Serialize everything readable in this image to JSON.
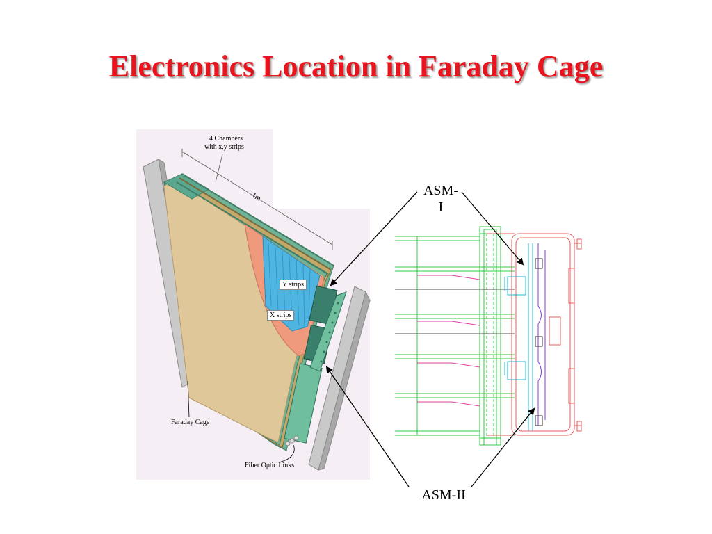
{
  "slide": {
    "title": "Electronics Location in Faraday Cage",
    "title_color": "#e8141e"
  },
  "left_figure": {
    "label_chambers_line1": "4 Chambers",
    "label_chambers_line2": "with x,y strips",
    "label_length": "1m",
    "label_y_strips": "Y strips",
    "label_x_strips": "X strips",
    "label_faraday_cage": "Faraday Cage",
    "label_fiber_links": "Fiber Optic Links"
  },
  "callouts": {
    "asm1_line1": "ASM-",
    "asm1_line2": "I",
    "asm2": "ASM-II"
  }
}
